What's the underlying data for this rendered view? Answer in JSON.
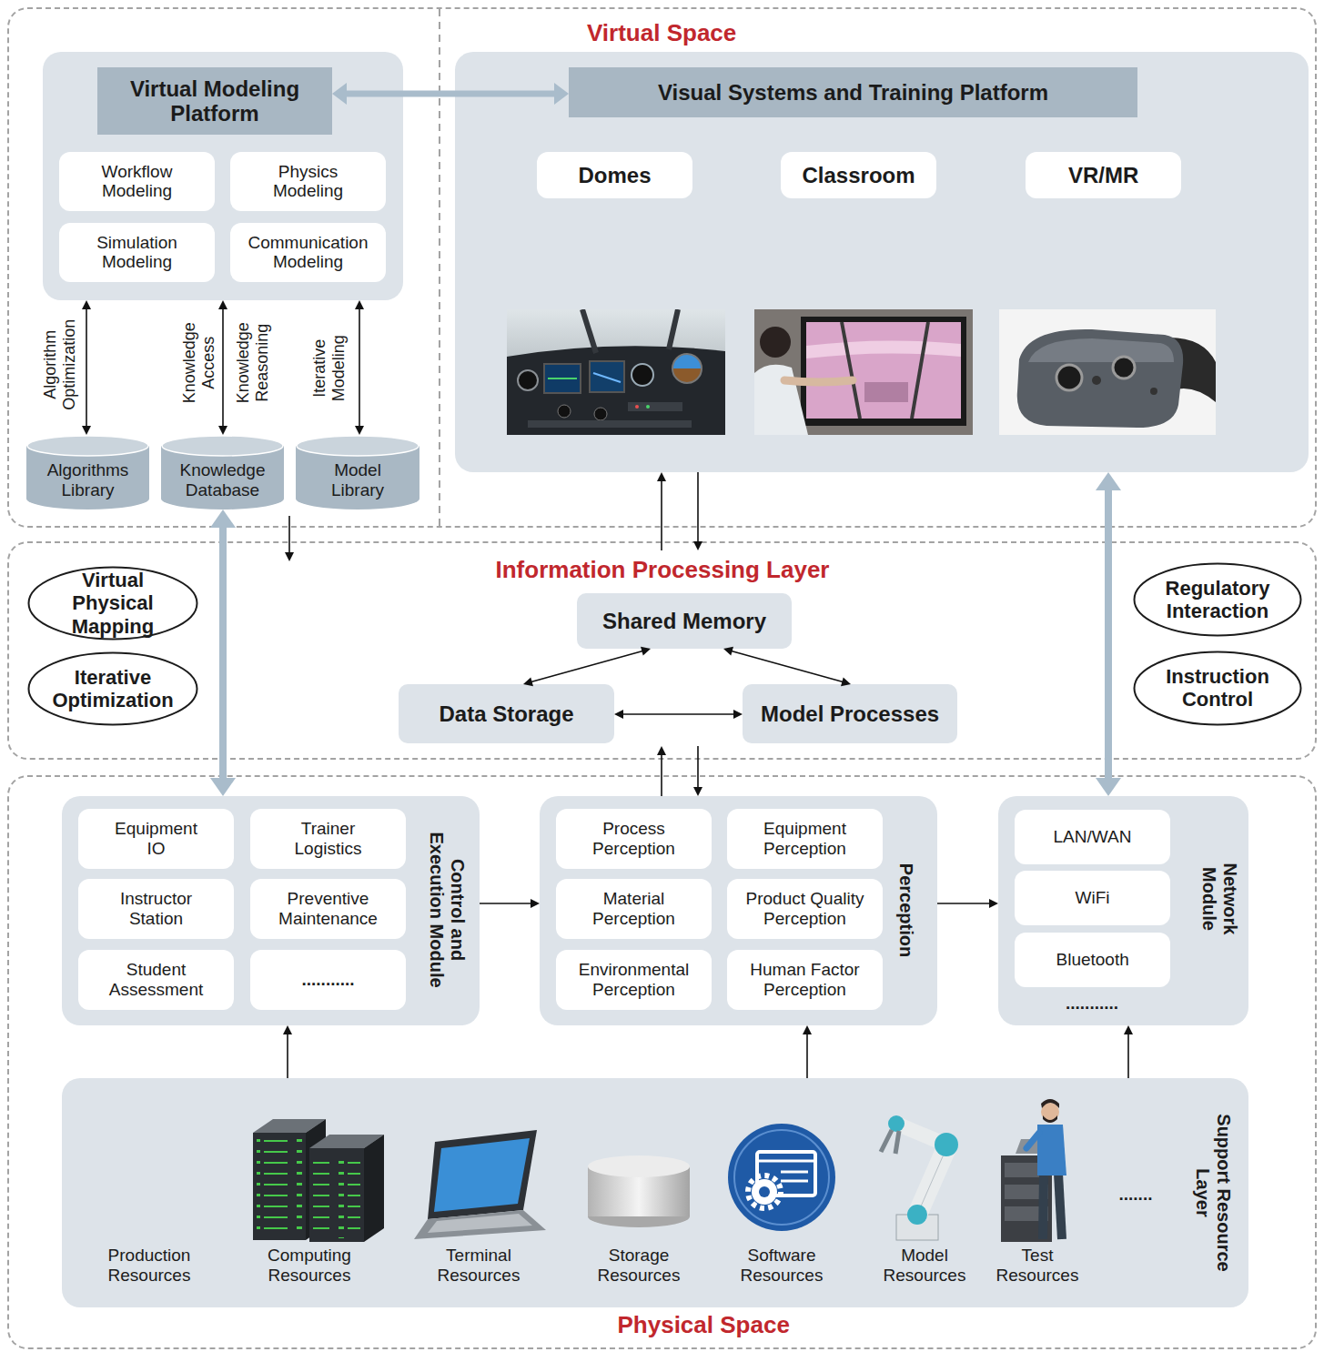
{
  "diagram": {
    "nodes": [
      {
        "text": [
          "Virtual Space"
        ]
      },
      {
        "text": [
          "Virtual Modeling Platform"
        ],
        "in": 0
      },
      {
        "text": [
          "Workflow Modeling"
        ],
        "in": 1
      },
      {
        "text": [
          "Physics Modeling"
        ],
        "in": 1
      },
      {
        "text": [
          "Simulation Modeling"
        ],
        "in": 1
      },
      {
        "text": [
          "Communication Modeling"
        ],
        "in": 1
      },
      {
        "text": [
          "Visual Systems and Training Platform"
        ],
        "in": 0
      },
      {
        "text": [
          "Domes"
        ],
        "in": 6
      },
      {
        "text": [
          "Classroom"
        ],
        "in": 6
      },
      {
        "text": [
          "VR/MR"
        ],
        "in": 6
      },
      {
        "text": [
          "Algorithms Library"
        ],
        "in": 0
      },
      {
        "text": [
          "Knowledge Database"
        ],
        "in": 0
      },
      {
        "text": [
          "Model Library"
        ],
        "in": 0
      },
      {
        "text": [
          "Information Processing Layer"
        ]
      },
      {
        "text": [
          "Virtual Physical Mapping"
        ],
        "in": 13
      },
      {
        "text": [
          "Iterative Optimization"
        ],
        "in": 13
      },
      {
        "text": [
          "Shared Memory"
        ],
        "in": 13
      },
      {
        "text": [
          "Data Storage"
        ],
        "in": 13
      },
      {
        "text": [
          "Model Processes"
        ],
        "in": 13
      },
      {
        "text": [
          "Regulatory Interaction"
        ],
        "in": 13
      },
      {
        "text": [
          "Instruction Control"
        ],
        "in": 13
      },
      {
        "text": [
          "Physical Space"
        ]
      },
      {
        "text": [
          "Control and Execution Module"
        ],
        "in": 21
      },
      {
        "text": [
          "Equipment IO"
        ],
        "in": 22
      },
      {
        "text": [
          "Trainer Logistics"
        ],
        "in": 22
      },
      {
        "text": [
          "Instructor Station"
        ],
        "in": 22
      },
      {
        "text": [
          "Preventive Maintenance"
        ],
        "in": 22
      },
      {
        "text": [
          "Student Assessment"
        ],
        "in": 22
      },
      {
        "text": [
          "..........."
        ],
        "in": 22
      },
      {
        "text": [
          "Perception"
        ],
        "in": 21
      },
      {
        "text": [
          "Process Perception"
        ],
        "in": 29
      },
      {
        "text": [
          "Equipment Perception"
        ],
        "in": 29
      },
      {
        "text": [
          "Material Perception"
        ],
        "in": 29
      },
      {
        "text": [
          "Product Quality Perception"
        ],
        "in": 29
      },
      {
        "text": [
          "Environmental Perception"
        ],
        "in": 29
      },
      {
        "text": [
          "Human Factor Perception"
        ],
        "in": 29
      },
      {
        "text": [
          "Network Module"
        ],
        "in": 21
      },
      {
        "text": [
          "LAN/WAN"
        ],
        "in": 36
      },
      {
        "text": [
          "WiFi"
        ],
        "in": 36
      },
      {
        "text": [
          "Bluetooth"
        ],
        "in": 36
      },
      {
        "text": [
          "Support Resource Layer"
        ],
        "in": 21
      }
    ],
    "edges": [
      {
        "from": 1,
        "to": 6,
        "arrow": "both"
      },
      {
        "from": 10,
        "to": 1,
        "label": "Algorithm Optimization",
        "arrow": "both"
      },
      {
        "from": 11,
        "to": 1,
        "label": "Knowledge Access",
        "arrow": "both"
      },
      {
        "from": 12,
        "to": 1,
        "label": "Iterative Modeling",
        "arrow": "both"
      },
      {
        "from": 11,
        "to": 22,
        "arrow": "both"
      },
      {
        "from": 0,
        "to": 13,
        "arrow": "to"
      },
      {
        "from": 13,
        "to": 6,
        "arrow": "to"
      },
      {
        "from": 6,
        "to": 13,
        "arrow": "to"
      },
      {
        "from": 16,
        "to": 17,
        "arrow": "both"
      },
      {
        "from": 16,
        "to": 18,
        "arrow": "both"
      },
      {
        "from": 17,
        "to": 18,
        "arrow": "both"
      },
      {
        "from": 6,
        "to": 36,
        "arrow": "both"
      },
      {
        "from": 29,
        "to": 13,
        "arrow": "to"
      },
      {
        "from": 13,
        "to": 29,
        "arrow": "to"
      },
      {
        "from": 22,
        "to": 29,
        "arrow": "to"
      },
      {
        "from": 29,
        "to": 36,
        "arrow": "to"
      },
      {
        "from": 40,
        "to": 22,
        "arrow": "to"
      },
      {
        "from": 40,
        "to": 29,
        "arrow": "to"
      },
      {
        "from": 40,
        "to": 36,
        "arrow": "to"
      }
    ],
    "labels": [
      "Knowledge Reasoning",
      "...........",
      "Production Resources",
      "Computing Resources",
      "Terminal Resources",
      "Storage Resources",
      "Software Resources",
      "Model Resources",
      "Test Resources",
      "......."
    ]
  }
}
